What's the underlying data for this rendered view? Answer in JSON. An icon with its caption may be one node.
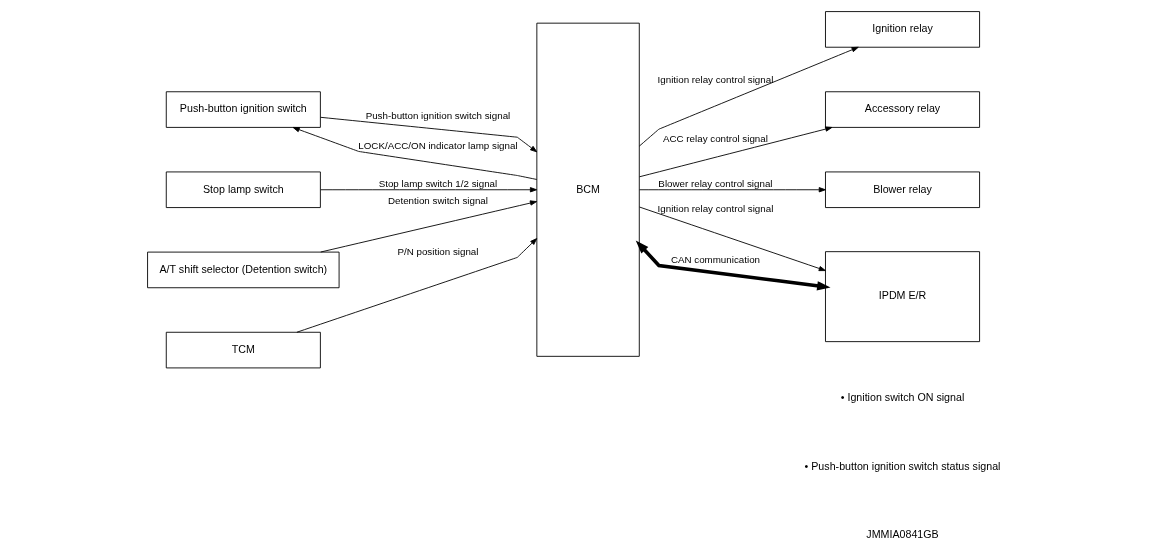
{
  "diagram": {
    "nodes": [
      {
        "text": [
          "Push-button ignition switch"
        ]
      },
      {
        "text": [
          "Stop lamp switch"
        ]
      },
      {
        "text": [
          "A/T shift selector (Detention switch)"
        ]
      },
      {
        "text": [
          "TCM"
        ]
      },
      {
        "text": [
          "BCM"
        ]
      },
      {
        "text": [
          "Ignition relay"
        ]
      },
      {
        "text": [
          "Accessory relay"
        ]
      },
      {
        "text": [
          "Blower relay"
        ]
      },
      {
        "text": [
          "IPDM E/R"
        ]
      }
    ],
    "edges": [
      {
        "from": 0,
        "to": 4,
        "arrow": "to",
        "label": "Push-button ignition switch signal"
      },
      {
        "from": 4,
        "to": 0,
        "arrow": "to",
        "label": "LOCK/ACC/ON indicator lamp signal"
      },
      {
        "from": 1,
        "to": 4,
        "arrow": "to",
        "label": "Stop lamp switch 1/2 signal"
      },
      {
        "from": 2,
        "to": 4,
        "arrow": "to",
        "label": "Detention switch signal"
      },
      {
        "from": 3,
        "to": 4,
        "arrow": "to",
        "label": "P/N position signal"
      },
      {
        "from": 4,
        "to": 5,
        "arrow": "to",
        "label": "Ignition relay control signal"
      },
      {
        "from": 4,
        "to": 6,
        "arrow": "to",
        "label": "ACC relay control signal"
      },
      {
        "from": 4,
        "to": 7,
        "arrow": "to",
        "label": "Blower relay control signal"
      },
      {
        "from": 4,
        "to": 8,
        "arrow": "to",
        "label": "Ignition relay control signal"
      },
      {
        "from": 4,
        "to": 8,
        "arrow": "both",
        "label": "CAN communication",
        "style": "thick"
      }
    ],
    "labels": [
      "• Ignition switch ON signal",
      "• Push-button ignition switch status signal",
      "JMMIA0841GB"
    ]
  }
}
